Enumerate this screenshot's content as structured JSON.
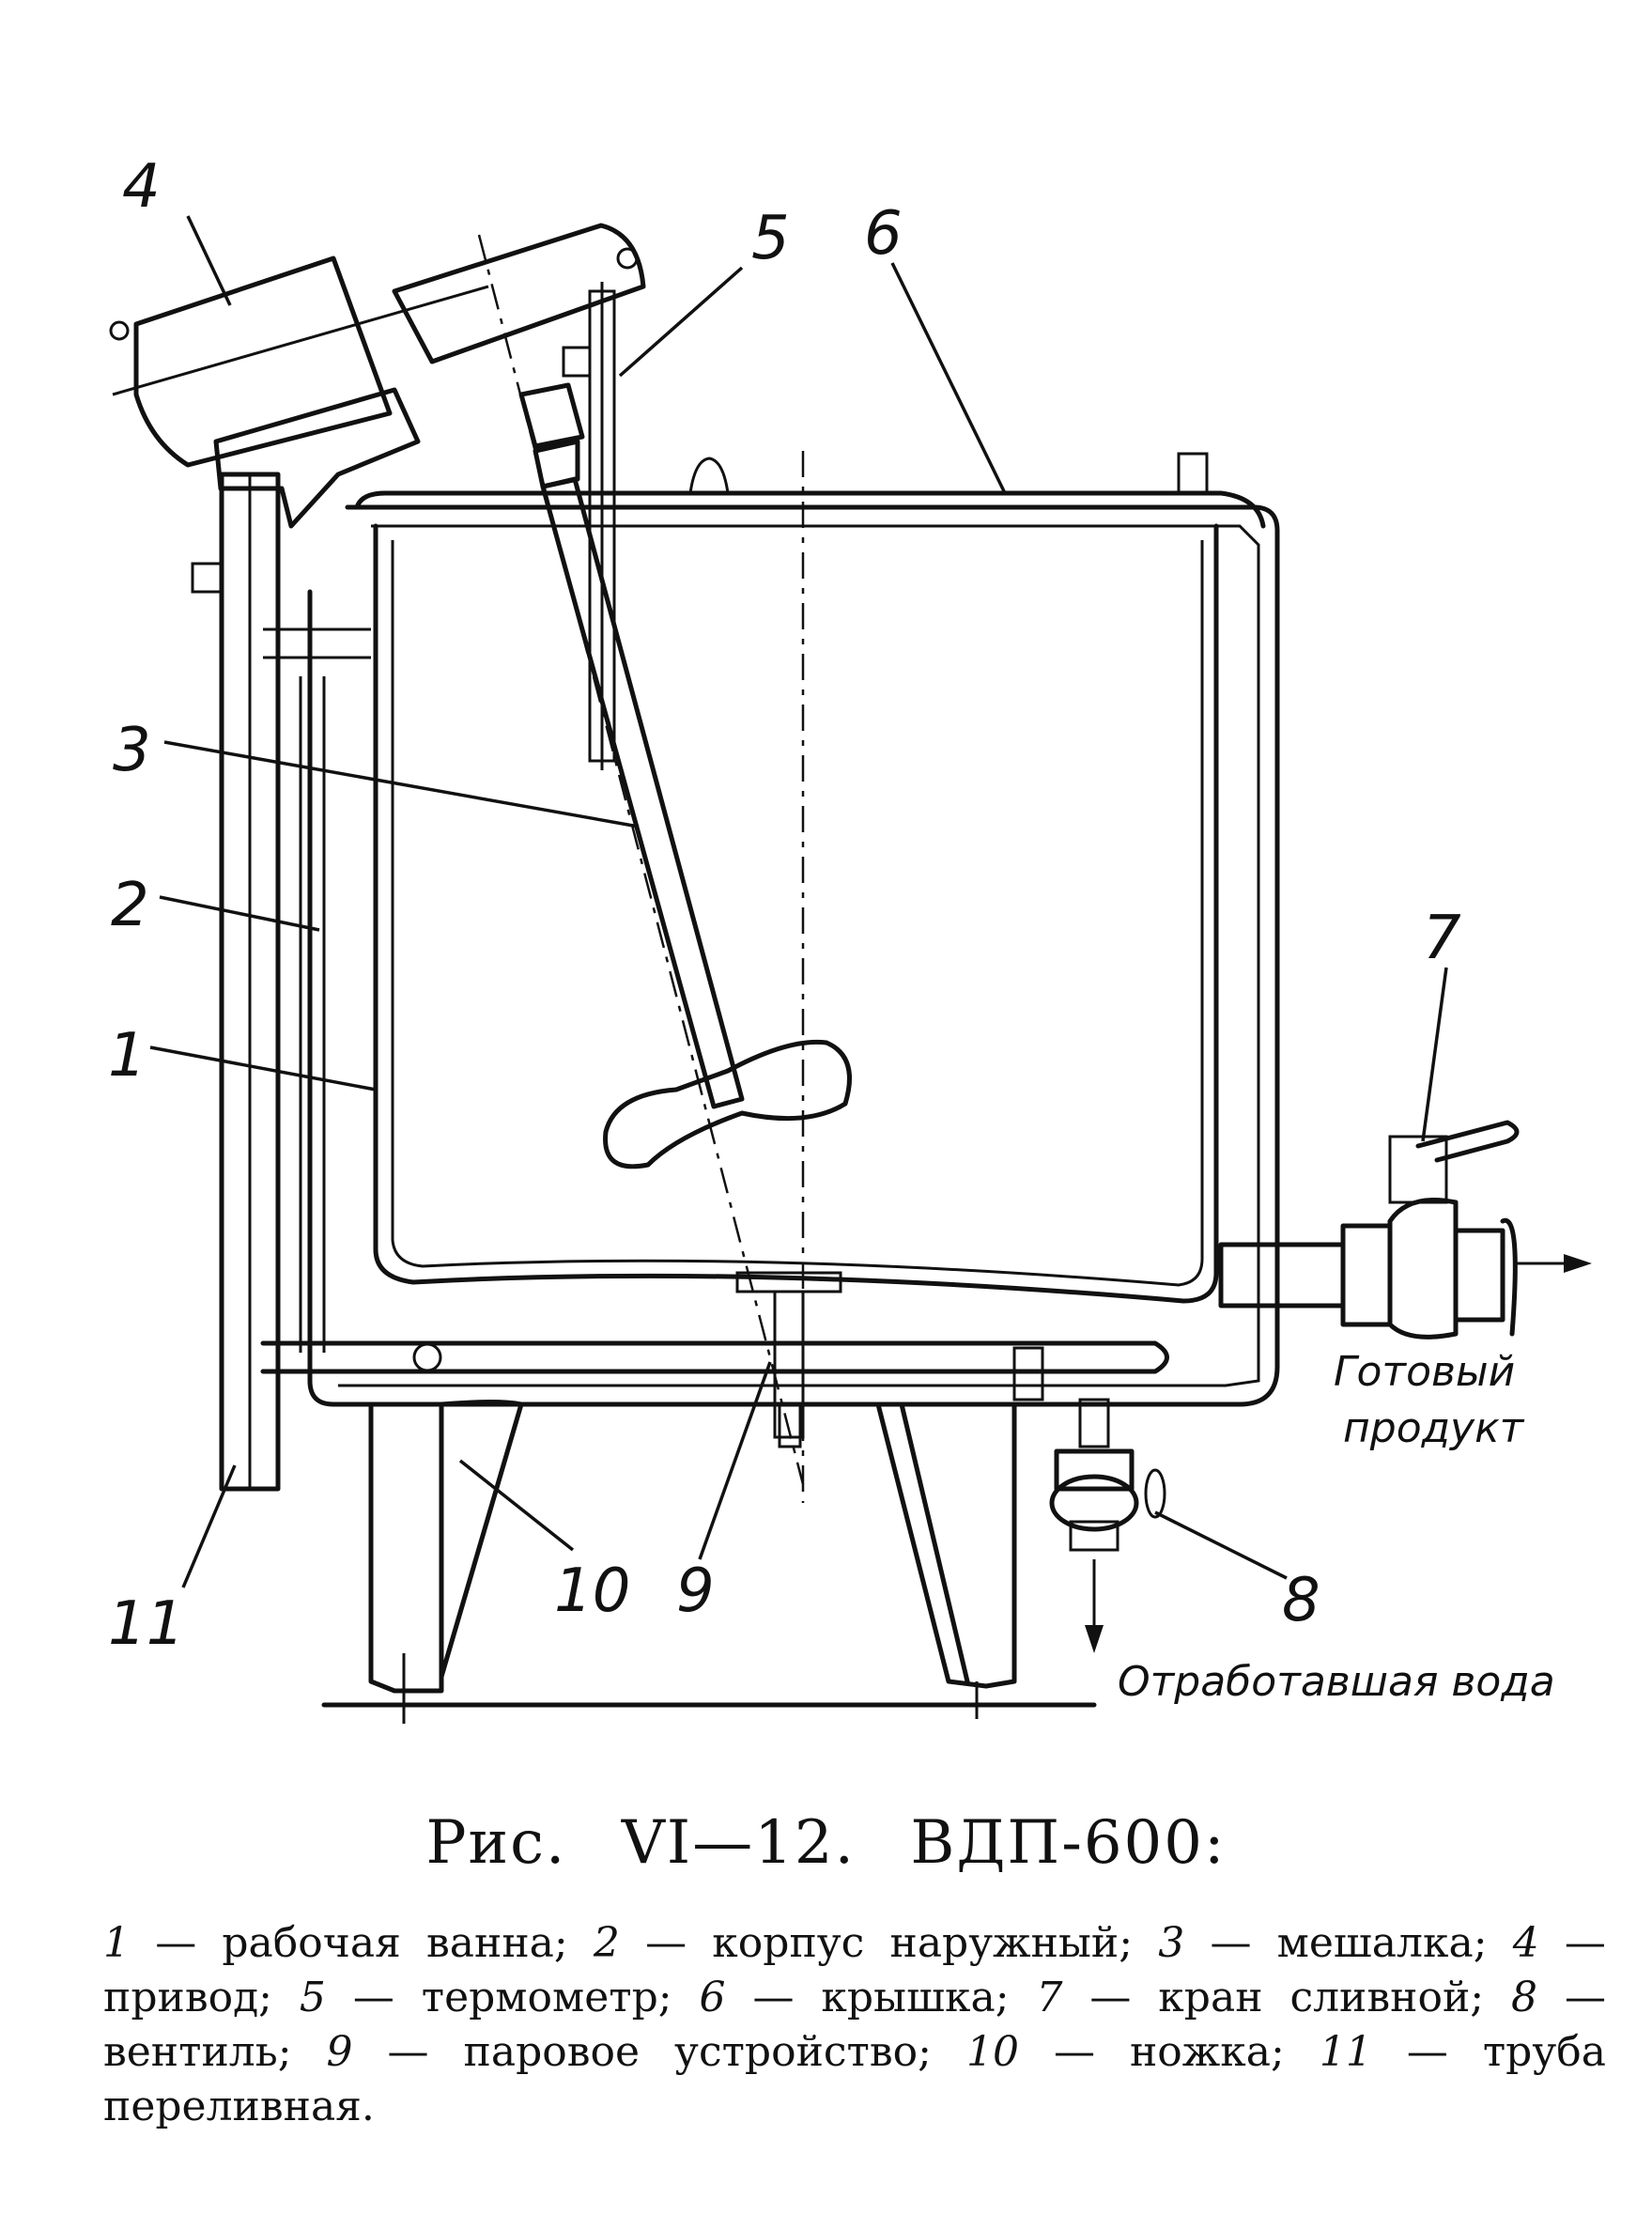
{
  "diagram": {
    "callouts": [
      {
        "id": "4",
        "text": "4"
      },
      {
        "id": "5",
        "text": "5"
      },
      {
        "id": "6",
        "text": "6"
      },
      {
        "id": "3",
        "text": "3"
      },
      {
        "id": "2",
        "text": "2"
      },
      {
        "id": "1",
        "text": "1"
      },
      {
        "id": "7",
        "text": "7"
      },
      {
        "id": "11",
        "text": "11"
      },
      {
        "id": "10",
        "text": "10"
      },
      {
        "id": "9",
        "text": "9"
      },
      {
        "id": "8",
        "text": "8"
      }
    ],
    "outlet_label_line1": "Готовый",
    "outlet_label_line2": "продукт",
    "drain_label": "Отработавшая вода"
  },
  "caption": {
    "prefix": "Рис.",
    "number": "VI—12.",
    "model": "ВДП-600:"
  },
  "legend": [
    {
      "num": "1",
      "text": "— рабочая ванна;"
    },
    {
      "num": "2",
      "text": "— корпус наружный;"
    },
    {
      "num": "3",
      "text": "— мешалка;"
    },
    {
      "num": "4",
      "text": "— привод;"
    },
    {
      "num": "5",
      "text": "— термометр;"
    },
    {
      "num": "6",
      "text": "— крышка;"
    },
    {
      "num": "7",
      "text": "— кран сливной;"
    },
    {
      "num": "8",
      "text": "— вентиль;"
    },
    {
      "num": "9",
      "text": "— паровое устройство;"
    },
    {
      "num": "10",
      "text": "— ножка;"
    },
    {
      "num": "11",
      "text": "— труба переливная."
    }
  ]
}
